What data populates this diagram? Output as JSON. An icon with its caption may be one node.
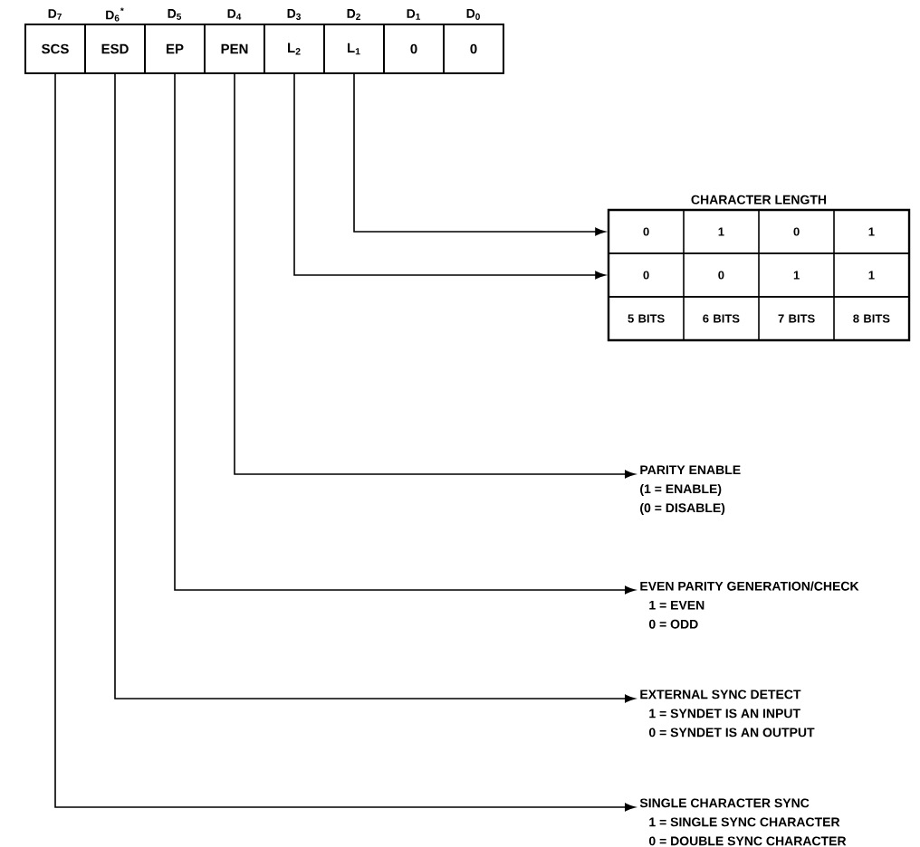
{
  "diagram": {
    "nodes": [
      {
        "text": [
          "SCS"
        ],
        "beside": [
          "D$_{7}$"
        ]
      },
      {
        "text": [
          "ESD"
        ],
        "beside": [
          "D$_{6}$$^{*}$"
        ]
      },
      {
        "text": [
          "EP"
        ],
        "beside": [
          "D$_{5}$"
        ]
      },
      {
        "text": [
          "PEN"
        ],
        "beside": [
          "D$_{4}$"
        ]
      },
      {
        "text": [
          "L$_{2}$"
        ],
        "beside": [
          "D$_{3}$"
        ]
      },
      {
        "text": [
          "L$_{1}$"
        ],
        "beside": [
          "D$_{2}$"
        ]
      },
      {
        "text": [
          "0"
        ],
        "beside": [
          "D$_{1}$"
        ]
      },
      {
        "text": [
          "0"
        ],
        "beside": [
          "D$_{0}$"
        ]
      },
      {
        "text": [
          "CHARACTER LENGTH"
        ]
      },
      {
        "text": [
          "0",
          "1",
          "0",
          "1"
        ],
        "in": 8
      },
      {
        "text": [
          "0",
          "0",
          "1",
          "1"
        ],
        "in": 8
      },
      {
        "text": [
          "5 BITS",
          "6 BITS",
          "7 BITS",
          "8 BITS"
        ],
        "in": 8
      },
      {
        "text": [
          "PARITY ENABLE",
          "(1 = ENABLE)",
          "(0 = DISABLE)"
        ]
      },
      {
        "text": [
          "EVEN PARITY GENERATION/CHECK",
          "1 = EVEN",
          "0 = ODD"
        ]
      },
      {
        "text": [
          "EXTERNAL SYNC DETECT",
          "1 = SYNDET IS AN INPUT",
          "0 = SYNDET IS AN OUTPUT"
        ]
      },
      {
        "text": [
          "SINGLE CHARACTER SYNC",
          "1 = SINGLE SYNC CHARACTER",
          "0 = DOUBLE SYNC CHARACTER"
        ]
      }
    ],
    "edges": [
      {
        "from": 5,
        "to": 9,
        "arrow": "to"
      },
      {
        "from": 4,
        "to": 10,
        "arrow": "to"
      },
      {
        "from": 3,
        "to": 12,
        "arrow": "to"
      },
      {
        "from": 2,
        "to": 13,
        "arrow": "to"
      },
      {
        "from": 1,
        "to": 14,
        "arrow": "to"
      },
      {
        "from": 0,
        "to": 15,
        "arrow": "to"
      }
    ]
  }
}
